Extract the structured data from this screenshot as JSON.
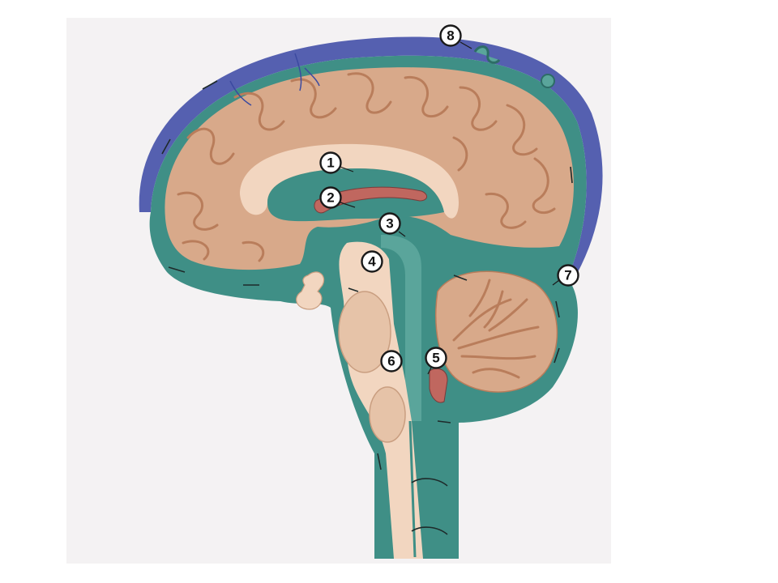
{
  "colors": {
    "background_panel": "#f4f2f3",
    "dura_venous": "#5560b0",
    "csf_space": "#3f8f86",
    "csf_light": "#5aa59b",
    "brain_tissue": "#d8a98a",
    "brain_fold": "#b97d5b",
    "white_matter": "#f2d6c0",
    "choroid_plexus": "#c0675f",
    "vessel": "#3b4aa0"
  },
  "callouts": [
    {
      "id": "1",
      "label": "1"
    },
    {
      "id": "2",
      "label": "2"
    },
    {
      "id": "3",
      "label": "3"
    },
    {
      "id": "4",
      "label": "4"
    },
    {
      "id": "5",
      "label": "5"
    },
    {
      "id": "6",
      "label": "6"
    },
    {
      "id": "7",
      "label": "7"
    },
    {
      "id": "8",
      "label": "8"
    }
  ]
}
